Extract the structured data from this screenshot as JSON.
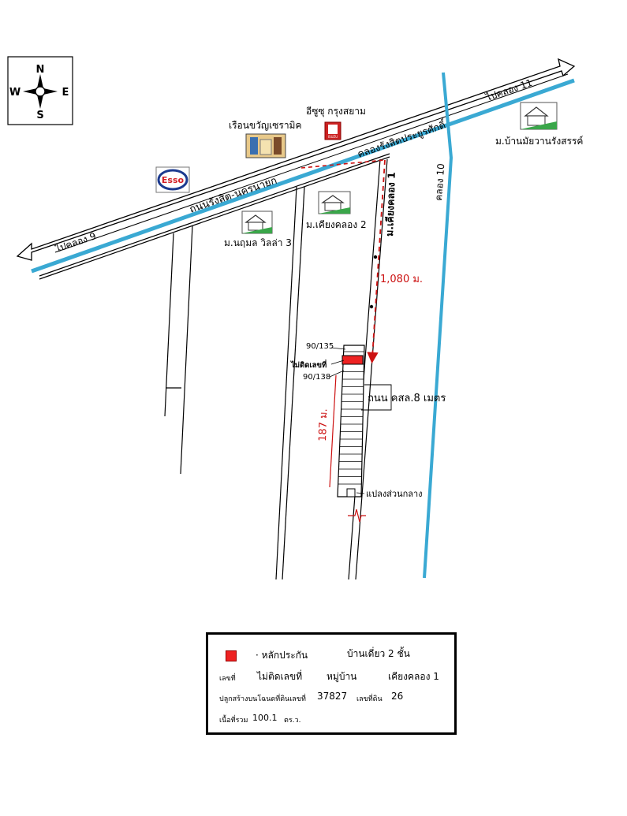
{
  "compass": {
    "n": "N",
    "s": "S",
    "e": "E",
    "w": "W"
  },
  "roads": {
    "main_road": "ถนนรังสิต-นครนายก",
    "to_khlong_9": "ไปคลอง 9",
    "to_khlong_11": "ไปคลอง 11",
    "lane_road": "ถนน คสล.8 เมตร"
  },
  "canals": {
    "rangsit_canal": "คลองรังสิตประยูรศักดิ์",
    "khlong_10": "คลอง 10"
  },
  "landmarks": {
    "ruean_kwan": "เรือนขวัญเซรามิค",
    "isuzu": "อีซูซุ กรุงสยาม",
    "isuzu_logo": "ISUZU",
    "esso": "Esso",
    "nusamon": "ม.นฤมล วิลล่า 3",
    "khiang_khlong_2": "ม.เคียงคลอง 2",
    "khiang_khlong_1": "ม.เคียงคลอง 1",
    "banmai_wan": "ม.บ้านมัยวานรังสรรค์"
  },
  "plots": {
    "top_plot": "90/135",
    "subject_plot": "ไม่ติดเลขที่",
    "next_plot": "90/138",
    "common_area": "แปลงส่วนกลาง"
  },
  "distances": {
    "from_main_road": "1,080 ม.",
    "lane_length": "187 ม."
  },
  "legend": {
    "collateral_label": "· หลักประกัน",
    "building_type": "บ้านเดี่ยว 2 ชั้น",
    "house_no_label": "เลขที่",
    "house_no_value": "ไม่ติดเลขที่",
    "village_label": "หมู่บ้าน",
    "village_value": "เคียงคลอง 1",
    "deed_label": "ปลูกสร้างบนโฉนดที่ดินเลขที่",
    "deed_value": "37827",
    "land_no_label": "เลขที่ดิน",
    "land_no_value": "26",
    "area_label": "เนื้อที่รวม",
    "area_value": "100.1",
    "area_unit": "ตร.ว."
  },
  "colors": {
    "canal": "#3aa9d3",
    "collateral": "#ee2222",
    "route": "#cc1111"
  }
}
